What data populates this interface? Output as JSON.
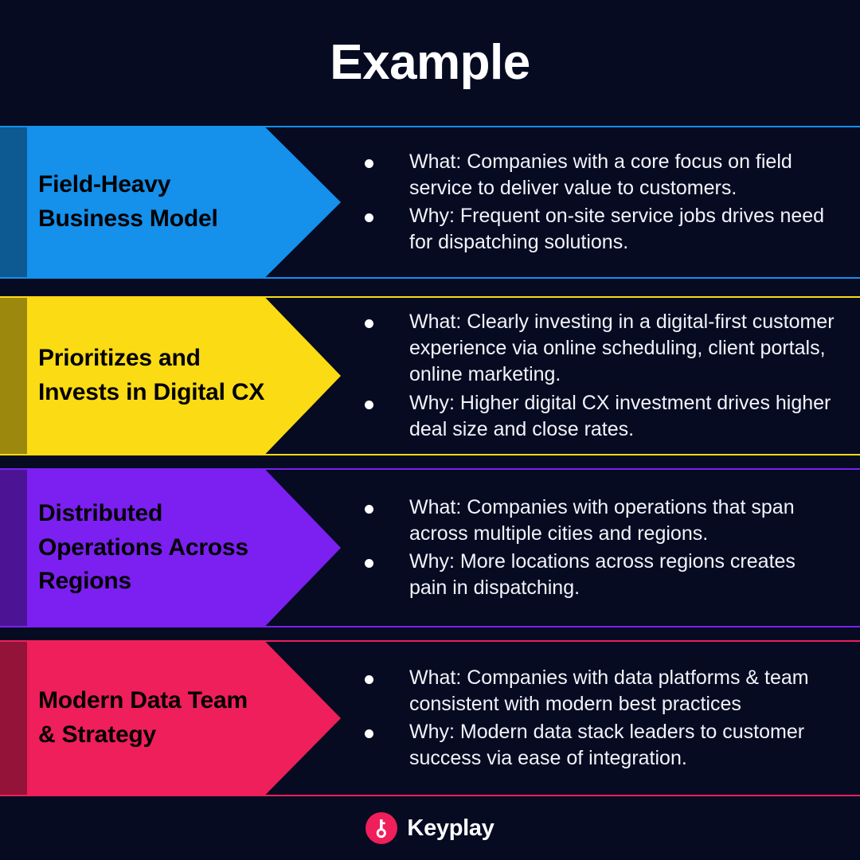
{
  "header": {
    "title": "Example"
  },
  "rows": [
    {
      "id": "field-heavy-business-model",
      "label": "Field-Heavy\nBusiness Model",
      "accent": "#1590EB",
      "bullets": [
        "What: Companies with a core focus on field service to deliver value to customers.",
        "Why: Frequent on-site service jobs drives need for dispatching solutions."
      ]
    },
    {
      "id": "prioritizes-and-invests-in-digital-cx",
      "label": "Prioritizes and\nInvests in Digital CX",
      "accent": "#FBDB14",
      "bullets": [
        "What: Clearly investing in a digital-first customer experience via online scheduling, client portals, online marketing.",
        "Why: Higher digital CX investment drives higher deal size and close rates."
      ]
    },
    {
      "id": "distributed-operations-across-regions",
      "label": "Distributed\nOperations Across Regions",
      "accent": "#7B20F0",
      "bullets": [
        "What: Companies with operations that span across multiple cities and regions.",
        "Why: More locations across regions creates pain in dispatching."
      ]
    },
    {
      "id": "modern-data-team-and-strategy",
      "label": "Modern Data Team\n& Strategy",
      "accent": "#EE1F5A",
      "bullets": [
        "What: Companies with data platforms & team consistent with modern best practices",
        "Why: Modern data stack leaders to customer success via ease of integration."
      ]
    }
  ],
  "footer": {
    "brand": "Keyplay",
    "logo_icon": "key-icon",
    "logo_color": "#EE1F5A"
  },
  "theme": {
    "background": "#060B22",
    "text_light": "#F2F4FA",
    "text_dark": "#000000"
  }
}
